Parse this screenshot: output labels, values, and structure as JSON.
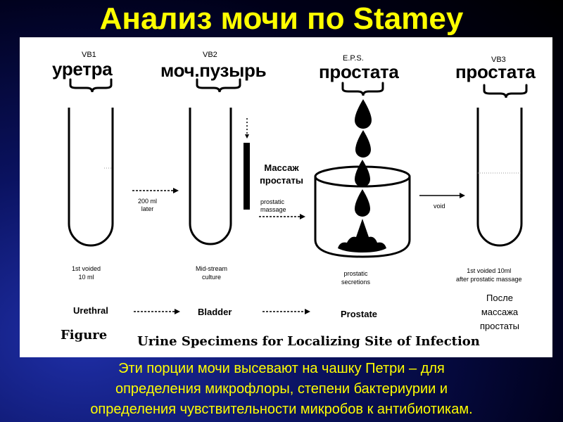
{
  "title": "Анализ мочи по Stamey",
  "specimens": [
    {
      "code": "VB1",
      "organ": "уретра",
      "caption": [
        "1st voided",
        "10 ml"
      ],
      "category": "Urethral"
    },
    {
      "code": "VB2",
      "organ": "моч.пузырь",
      "caption": [
        "Mid-stream",
        "culture"
      ],
      "category": "Bladder"
    },
    {
      "code": "E.P.S.",
      "organ": "простата",
      "caption": [
        "prostatic",
        "secretions"
      ],
      "category": "Prostate"
    },
    {
      "code": "VB3",
      "organ": "простата",
      "caption": [
        "1st voided 10ml",
        "after prostatic massage"
      ]
    }
  ],
  "arrows": {
    "step1": [
      "200 ml",
      "later"
    ],
    "step2": [
      "prostatic",
      "massage"
    ],
    "step3": "void"
  },
  "massage_label_ru": [
    "Массаж",
    "простаты"
  ],
  "after_massage_ru": [
    "После",
    "массажа",
    "простаты"
  ],
  "figure_caption": {
    "prefix": "Figure",
    "text": "Urine Specimens for Localizing Site of Infection"
  },
  "bottom_text": [
    "Эти порции мочи высевают на чашку Петри – для",
    "определения микрофлоры, степени бактериурии и",
    "определения чувствительности микробов к антибиотикам."
  ],
  "colors": {
    "title": "#ffff00",
    "panel": "#ffffff",
    "ink": "#000000"
  }
}
